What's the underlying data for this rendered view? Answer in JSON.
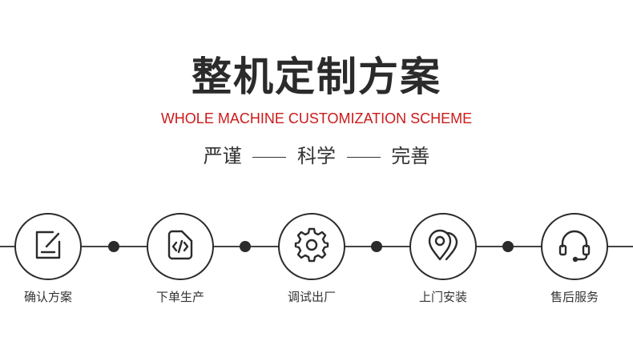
{
  "header": {
    "title": "整机定制方案",
    "subtitle": "WHOLE MACHINE CUSTOMIZATION SCHEME",
    "tagline_parts": [
      "严谨",
      "科学",
      "完善"
    ]
  },
  "colors": {
    "accent_red": "#cc1a1a",
    "dark": "#2b2b2b"
  },
  "steps": [
    {
      "label": "确认方案",
      "icon": "edit-note-icon"
    },
    {
      "label": "下单生产",
      "icon": "code-document-icon"
    },
    {
      "label": "调试出厂",
      "icon": "gear-icon"
    },
    {
      "label": "上门安装",
      "icon": "location-pins-icon"
    },
    {
      "label": "售后服务",
      "icon": "headset-icon"
    }
  ]
}
